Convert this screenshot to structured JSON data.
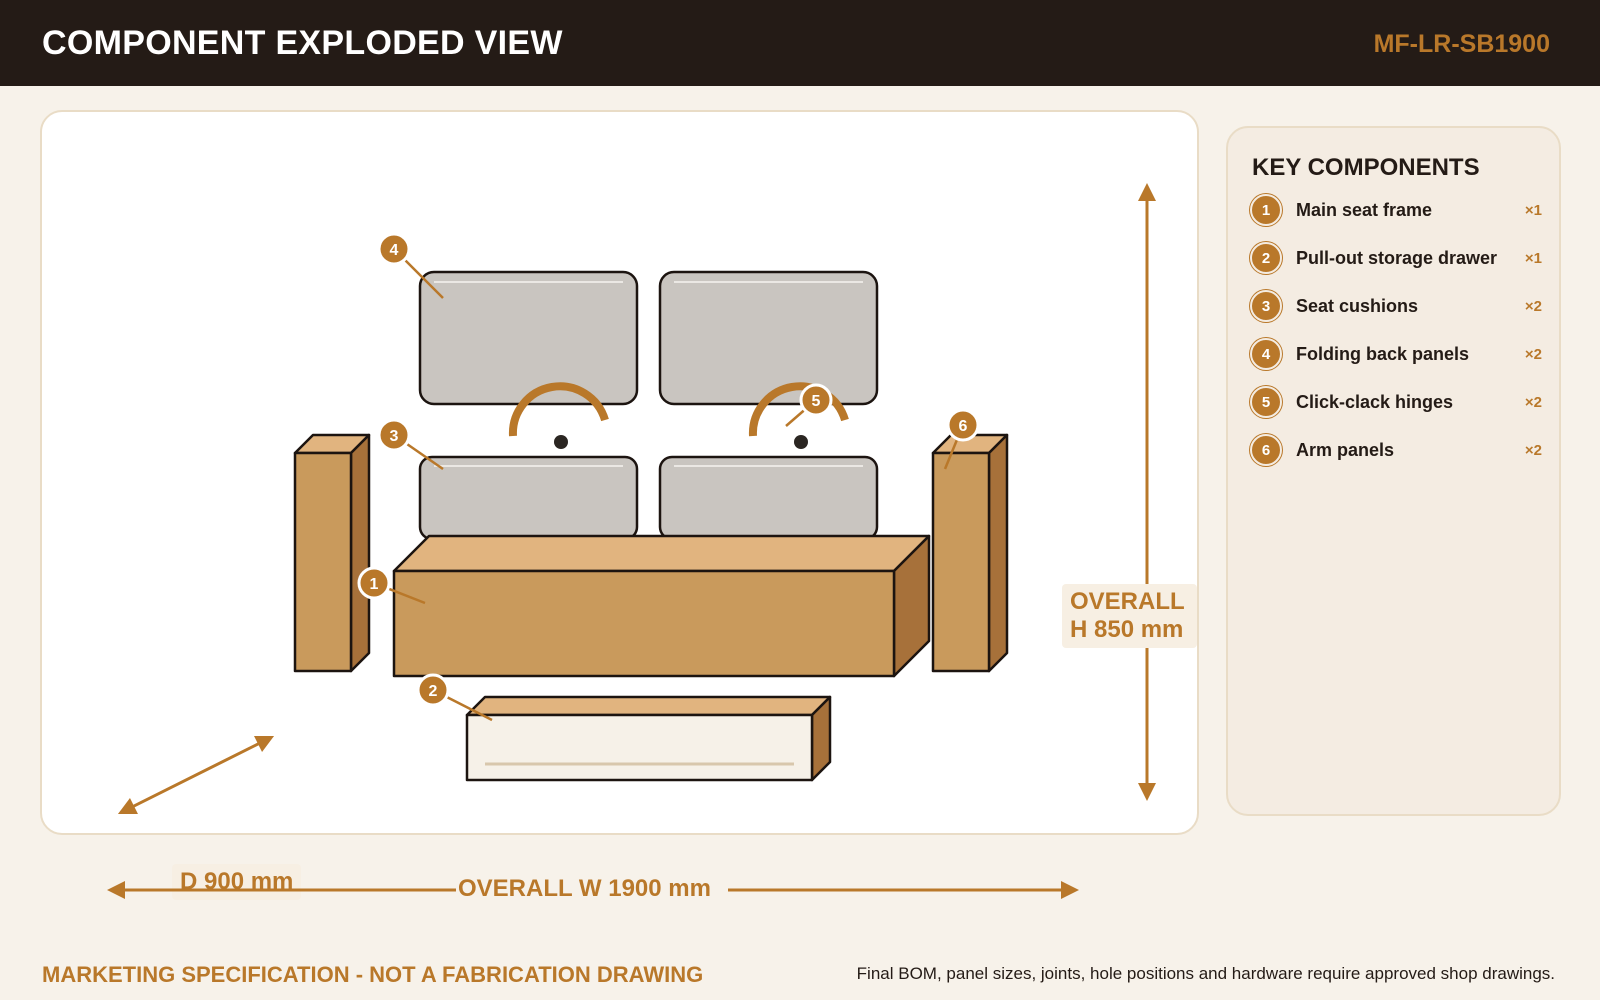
{
  "header": {
    "title": "COMPONENT EXPLODED VIEW",
    "model_code": "MF-LR-SB1900"
  },
  "dimensions": {
    "height_label": "OVERALL H 850 mm",
    "depth_label": "D 900 mm",
    "width_label": "OVERALL W 1900 mm"
  },
  "callouts": [
    "1",
    "2",
    "3",
    "4",
    "5",
    "6"
  ],
  "legend": {
    "title": "KEY COMPONENTS",
    "items": [
      {
        "num": "1",
        "label": "Main seat frame",
        "qty": "×1"
      },
      {
        "num": "2",
        "label": "Pull-out storage drawer",
        "qty": "×1"
      },
      {
        "num": "3",
        "label": "Seat cushions",
        "qty": "×2"
      },
      {
        "num": "4",
        "label": "Folding back panels",
        "qty": "×2"
      },
      {
        "num": "5",
        "label": "Click-clack hinges",
        "qty": "×2"
      },
      {
        "num": "6",
        "label": "Arm panels",
        "qty": "×2"
      }
    ]
  },
  "footer": {
    "disclaimer": "MARKETING SPECIFICATION - NOT A FABRICATION DRAWING",
    "note": "Final BOM, panel sizes, joints, hole positions and hardware require approved shop drawings."
  },
  "colors": {
    "accent": "#b9782a",
    "header_bg": "#241b16",
    "wood_front": "#c99a5c",
    "wood_top": "#e1b47f",
    "wood_side": "#a7713a",
    "cushion": "#c9c5c0",
    "drawer_front": "#f6f1e8"
  }
}
